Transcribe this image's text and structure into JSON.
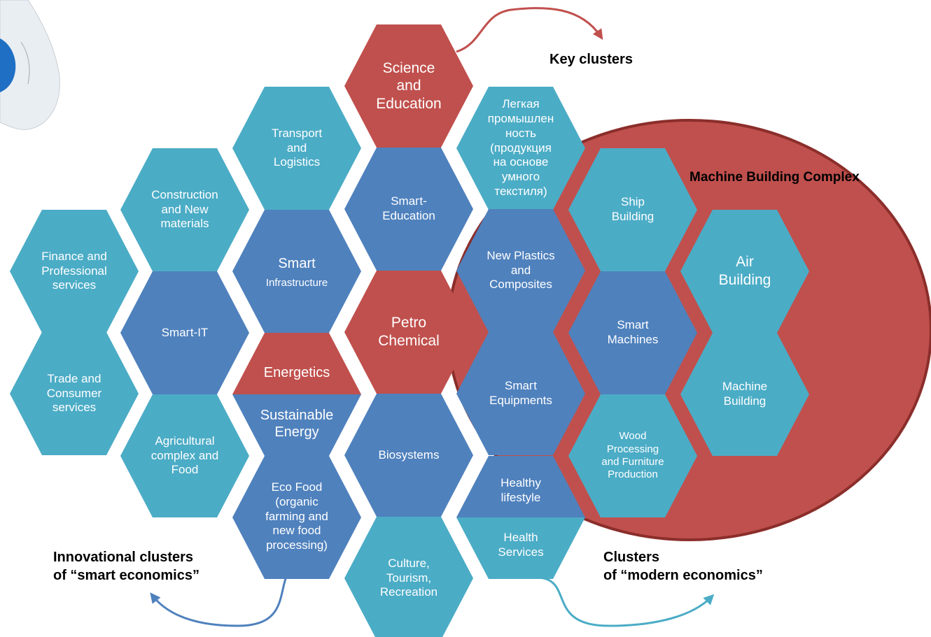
{
  "colors": {
    "teal": "#4bacc6",
    "blue": "#4f81bd",
    "red": "#c0504d",
    "circle_border": "#8b2e2b",
    "arrow_red": "#c0504d",
    "arrow_blue": "#4f81bd",
    "arrow_teal": "#4bacc6"
  },
  "captions": {
    "key_clusters": "Key clusters",
    "machine_building_complex": "Machine Building Complex",
    "innovational": "Innovational clusters\nof “smart economics”",
    "modern": "Clusters\nof “modern economics”"
  },
  "clusters": {
    "finance": {
      "label": "Finance and\nProfessional\nservices",
      "color": "teal"
    },
    "trade": {
      "label": "Trade and\nConsumer\nservices",
      "color": "teal"
    },
    "construction": {
      "label": "Construction\nand New\nmaterials",
      "color": "teal"
    },
    "smart_it": {
      "label": "Smaгt-IT",
      "color": "blue"
    },
    "agricultural": {
      "label": "Agricultural\ncomplex and\nFood",
      "color": "teal"
    },
    "transport": {
      "label": "Transport\nand\nLogistics",
      "color": "teal"
    },
    "smart_infrastructure": {
      "label": "Smart",
      "sub": "Infrastructure",
      "color": "blue"
    },
    "energetics": {
      "label": "Energetics",
      "color": "red"
    },
    "sustainable_energy": {
      "label": "Sustainable\nEnergy",
      "color": "blue"
    },
    "eco_food": {
      "label": "Eco Food\n(organic\nfarming and\nnew food\nprocessing)",
      "color": "blue"
    },
    "science": {
      "label": "Science\nand\nEducation",
      "color": "red"
    },
    "smart_education": {
      "label": "Smaгt-\nEducation",
      "color": "blue"
    },
    "petro": {
      "label": "Petro\nChemical",
      "color": "red"
    },
    "biosystems": {
      "label": "Biosystems",
      "color": "blue"
    },
    "culture": {
      "label": "Culture,\nTourism,\nRecreation",
      "color": "teal"
    },
    "light_industry": {
      "label": "Легкая\nпромышлен\nность\n(продукция\nна основе\nумного\nтекстиля)",
      "color": "teal"
    },
    "new_plastics": {
      "label": "New Plastics\nand\nComposites",
      "color": "blue"
    },
    "smart_equipments": {
      "label": "Smaгt\nEquipments",
      "color": "blue"
    },
    "healthy_lifestyle": {
      "label": "Healthy\nlifestyle",
      "color": "blue"
    },
    "health_services": {
      "label": "Health\nServices",
      "color": "teal"
    },
    "ship_building": {
      "label": "Ship\nBuilding",
      "color": "teal"
    },
    "smart_machines": {
      "label": "Smart\nMachines",
      "color": "blue"
    },
    "wood_processing": {
      "label": "Wood\nProcessing\nand Furniture\nProduction",
      "color": "teal"
    },
    "air_building": {
      "label": "Air\nBuilding",
      "color": "teal"
    },
    "machine_building": {
      "label": "Machine\nBuilding",
      "color": "teal"
    }
  }
}
